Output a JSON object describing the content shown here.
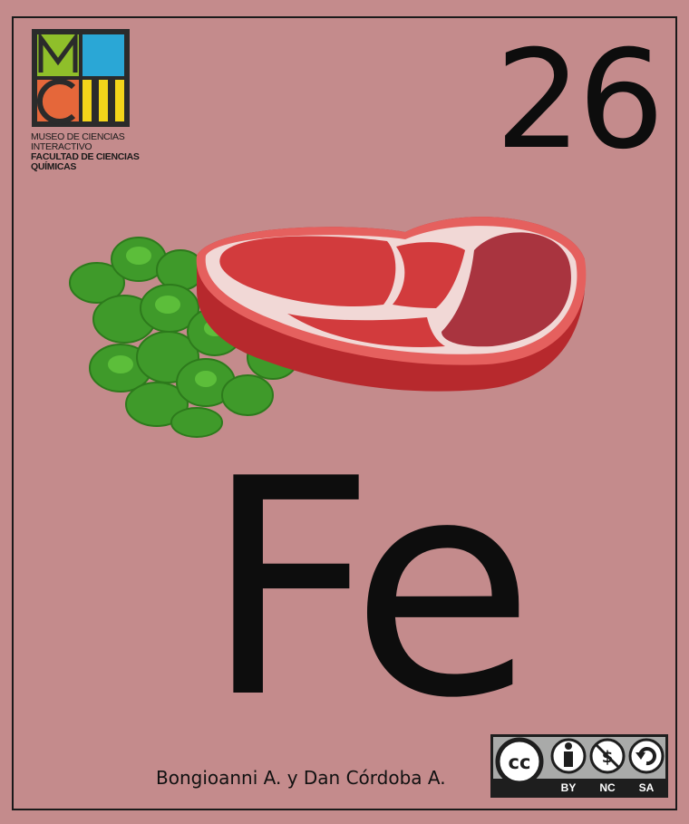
{
  "card": {
    "atomic_number": "26",
    "symbol": "Fe",
    "authors": "Bongioanni A. y Dan Córdoba A."
  },
  "logo": {
    "mark_letters": "MCI",
    "lines": [
      "MUSEO DE CIENCIAS",
      "INTERACTIVO",
      "FACULTAD DE CIENCIAS",
      "QUÍMICAS"
    ]
  },
  "illustration": {
    "subject": "meat-steak-with-parsley"
  },
  "license": {
    "icon": "creative-commons-by-nc-sa-icon",
    "labels": [
      "BY",
      "NC",
      "SA"
    ]
  },
  "colors": {
    "background": "#c48b8c",
    "logo_green": "#8fbf2a",
    "logo_blue": "#2aa7d6",
    "logo_orange": "#e5673a",
    "logo_yellow": "#f3d51a",
    "meat_red": "#d23b3d",
    "parsley_green": "#3f9a2a"
  }
}
